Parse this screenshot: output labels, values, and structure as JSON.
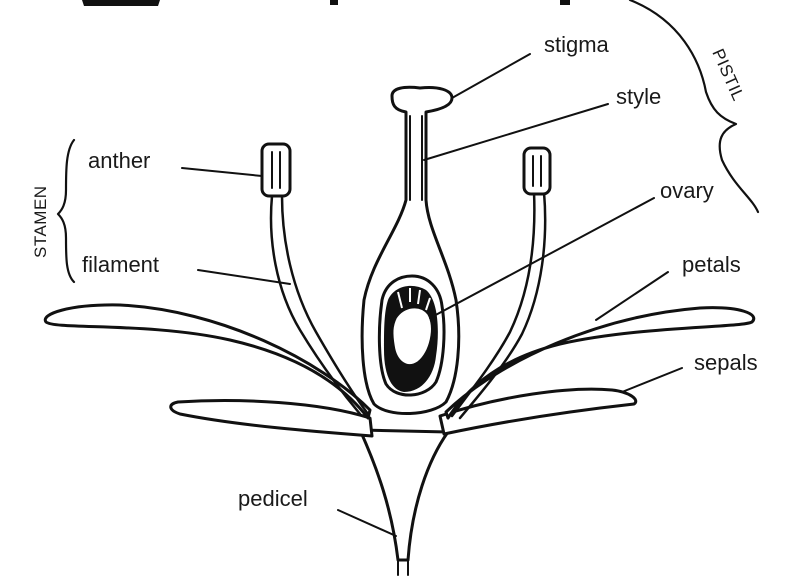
{
  "labels": {
    "stigma": "stigma",
    "style": "style",
    "anther": "anther",
    "ovary": "ovary",
    "filament": "filament",
    "petals": "petals",
    "sepals": "sepals",
    "pedicel": "pedicel"
  },
  "groups": {
    "pistil": "PISTIL",
    "stamen": "STAMEN"
  },
  "colors": {
    "ink": "#111111",
    "background": "#ffffff"
  }
}
